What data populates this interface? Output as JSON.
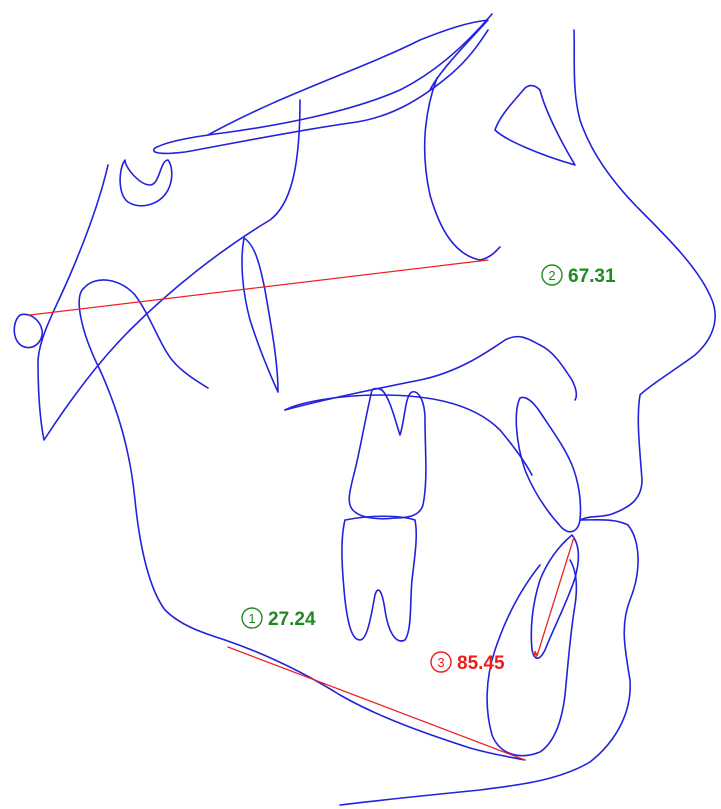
{
  "measurements": [
    {
      "index": "1",
      "value": "27.24",
      "suffix": "",
      "color": "#1f8a1f"
    },
    {
      "index": "2",
      "value": "67.31",
      "suffix": "",
      "color": "#1f8a1f"
    },
    {
      "index": "3",
      "value": "85.45",
      "suffix": "*",
      "color": "#ee1c1c"
    }
  ],
  "colors": {
    "tracing": "#2222dd",
    "reference_line": "#ee2222",
    "normal": "#1f8a1f",
    "flagged": "#ee1c1c"
  }
}
